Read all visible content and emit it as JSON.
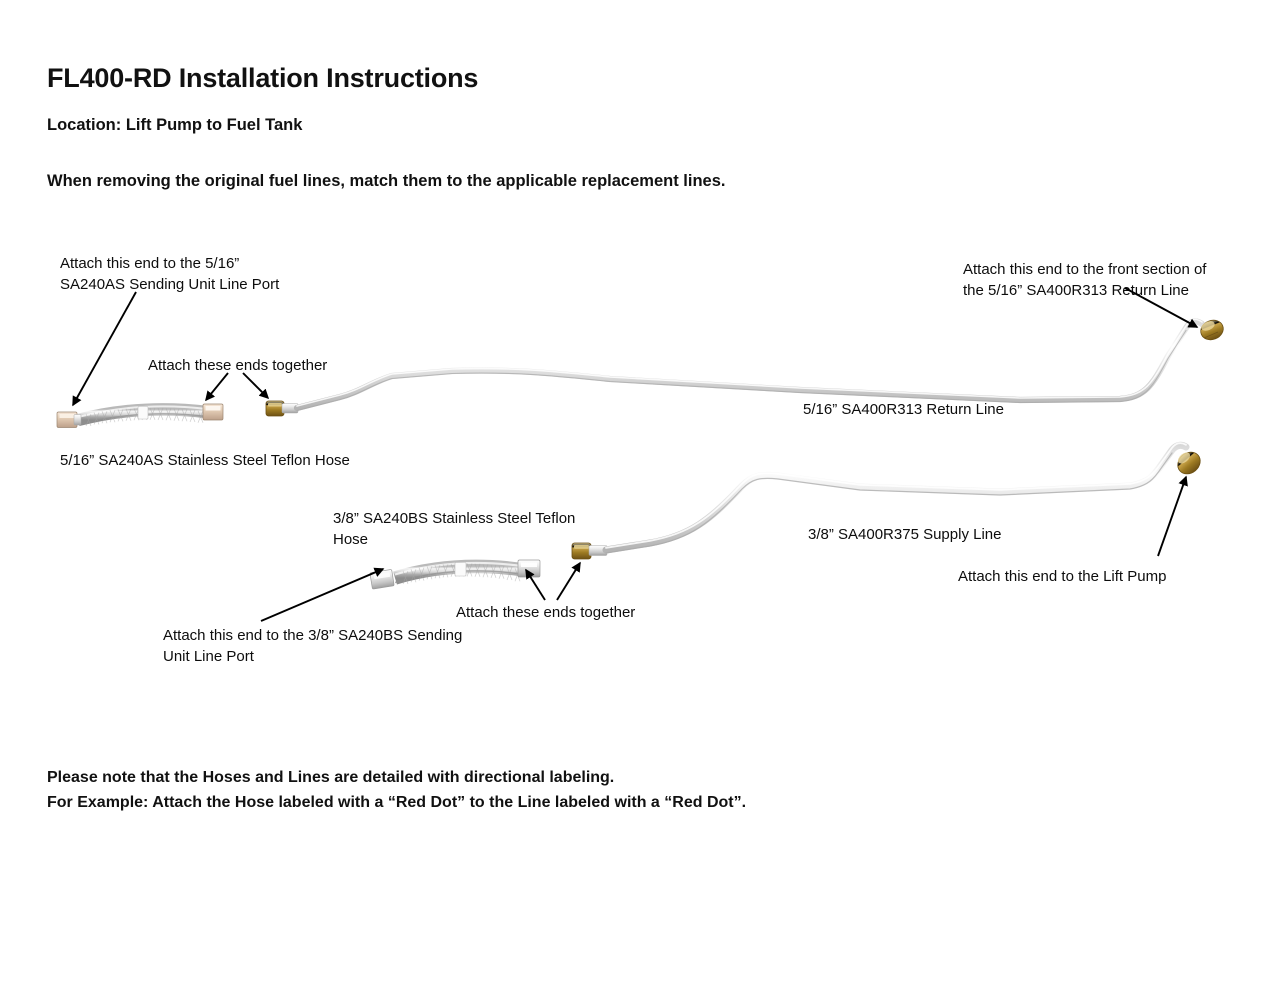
{
  "document": {
    "title": "FL400-RD Installation Instructions",
    "subtitle": "Location: Lift Pump to Fuel Tank",
    "instruction": "When removing the original fuel lines, match them to the applicable replacement lines.",
    "footer_note": "Please note that the Hoses and Lines are detailed with directional labeling.\nFor Example: Attach the Hose labeled with a “Red Dot” to the Line labeled with a “Red Dot”."
  },
  "annotations": {
    "top_left_hose_end": "Attach this end to the 5/16”\nSA240AS Sending Unit Line Port",
    "upper_join": "Attach  these ends together",
    "top_right_line_end": "Attach this end to the front section of the 5/16” SA400R313 Return Line",
    "lower_join": "Attach  these ends together",
    "bottom_left_hose_end": "Attach this end to the 3/8” SA240BS Sending Unit Line Port",
    "lift_pump_end": "Attach this  end to the Lift Pump"
  },
  "part_labels": {
    "hose_516": "5/16” SA240AS Stainless Steel Teflon Hose",
    "hose_38": "3/8” SA240BS Stainless Steel Teflon Hose",
    "return_line": "5/16” SA400R313 Return Line",
    "supply_line": "3/8” SA400R375 Supply Line"
  },
  "colors": {
    "text": "#0d0d0d",
    "steel_light": "#f2f2f2",
    "steel_mid": "#c9c9c9",
    "steel_dark": "#9a9a9a",
    "brass_light": "#e8d8a8",
    "brass_mid": "#b8912f",
    "brass_dark": "#7a5c16",
    "arrow": "#000000",
    "background": "#ffffff"
  }
}
